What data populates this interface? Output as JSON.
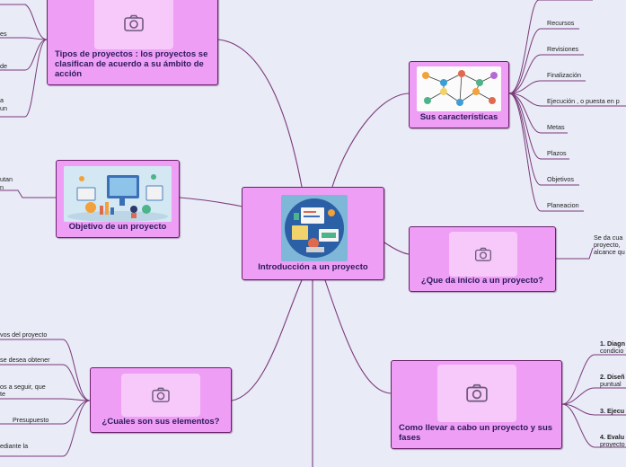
{
  "central": {
    "title": "Introducción a un proyecto"
  },
  "tipos": {
    "title": "Tipos de proyectos : los proyectos se clasifican de acuerdo a su ámbito de acción",
    "leaves": [
      "es",
      "de",
      "a",
      "un"
    ]
  },
  "objetivo": {
    "title": "Objetivo de un proyecto",
    "leaves": [
      "utan",
      "n"
    ]
  },
  "elementos": {
    "title": "¿Cuales son sus elementos?",
    "leaves": [
      "vos del proyecto",
      "se desea obtener",
      "os a seguir, que",
      "te",
      "Presupuesto",
      "ediante la"
    ]
  },
  "caracteristicas": {
    "title": "Sus características",
    "leaves": [
      "Recursos",
      "Revisiones",
      "Finalización",
      "Ejecución , o puesta en p",
      "Metas",
      "Plazos",
      "Objetivos",
      "Planeacion"
    ]
  },
  "inicio": {
    "title": "¿Que da inicio a un proyecto?",
    "leaves": [
      "Se da cua",
      "proyecto,",
      "alcance qu"
    ]
  },
  "fases": {
    "title": "Como llevar a cabo un proyecto y sus fases",
    "leaves": [
      "1. Diagn",
      "condicio",
      "2. Diseñ",
      "puntual",
      "3. Ejecu",
      "4. Evalu",
      "proyecto"
    ]
  },
  "icons": {
    "placeholder": "camera-icon"
  },
  "colors": {
    "node_fill": "#ef9ef6",
    "node_border": "#6a1f6a",
    "link": "#7a3a7a",
    "background": "#e9ebf7"
  }
}
